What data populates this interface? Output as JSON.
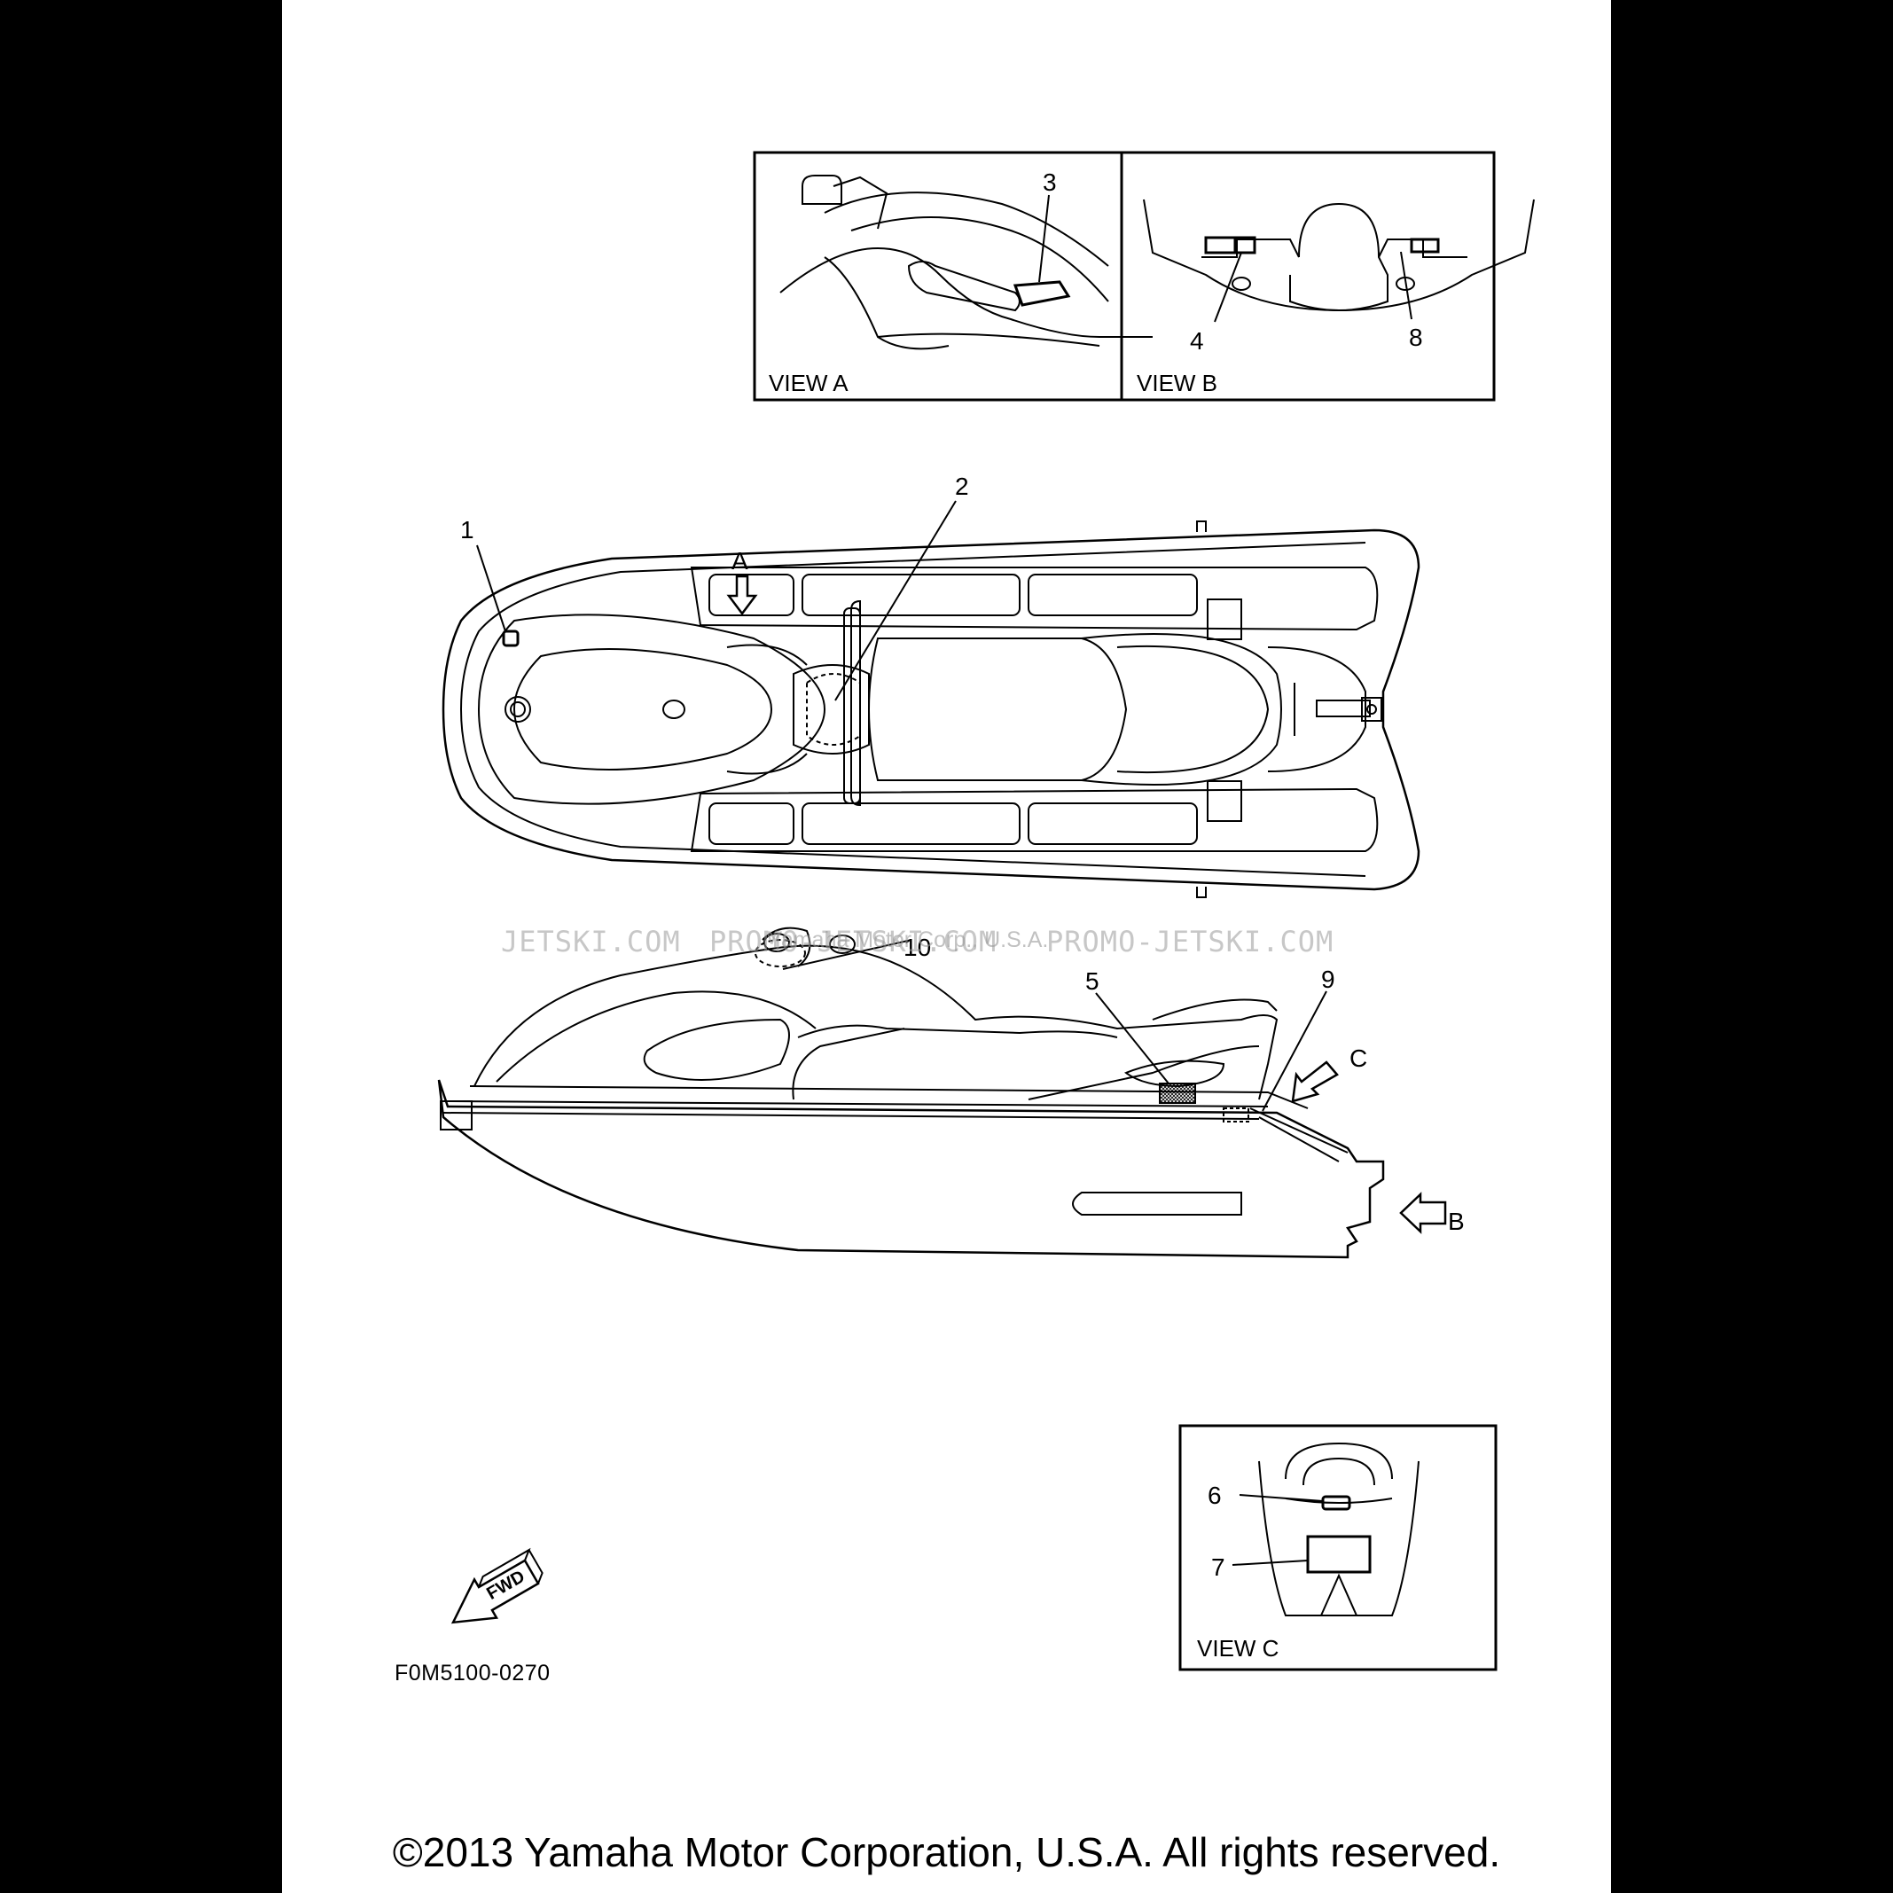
{
  "views": {
    "view_a": "VIEW A",
    "view_b": "VIEW B",
    "view_c": "VIEW C"
  },
  "callouts": [
    "1",
    "2",
    "3",
    "4",
    "5",
    "6",
    "7",
    "8",
    "9",
    "10"
  ],
  "arrows": {
    "a": "A",
    "b": "B",
    "c": "C",
    "fwd": "FWD"
  },
  "part_code": "F0M5100-0270",
  "watermark": {
    "left": "JETSKI.COM",
    "mid": "PROMO-JETSKI.COM",
    "right": "PROMO-JETSKI.COM",
    "small": "Yamaha Motor Corp., U.S.A."
  },
  "copyright": "©2013 Yamaha Motor Corporation, U.S.A. All rights reserved."
}
